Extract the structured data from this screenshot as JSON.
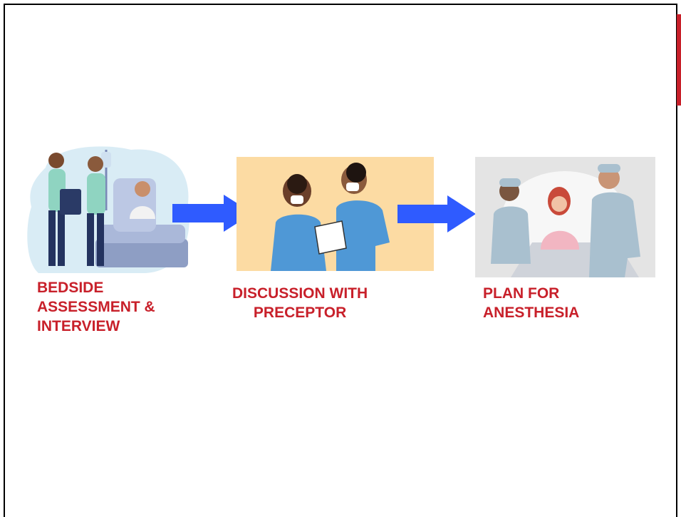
{
  "steps": [
    {
      "label_lines": [
        "BEDSIDE",
        "ASSESSMENT &",
        "INTERVIEW"
      ],
      "illustration": "nurses-at-bedside-illustration"
    },
    {
      "label_lines": [
        "DISCUSSION WITH",
        "PRECEPTOR"
      ],
      "illustration": "nurse-preceptor-discussion-illustration"
    },
    {
      "label_lines": [
        "PLAN FOR",
        "ANESTHESIA"
      ],
      "illustration": "anesthesia-team-with-patient-illustration"
    }
  ],
  "colors": {
    "label_red": "#c8202a",
    "arrow_blue": "#2f5bff",
    "accent_red": "#c8202a",
    "panel_peach": "#fcdba3"
  },
  "icons": [
    "right-arrow-icon"
  ]
}
